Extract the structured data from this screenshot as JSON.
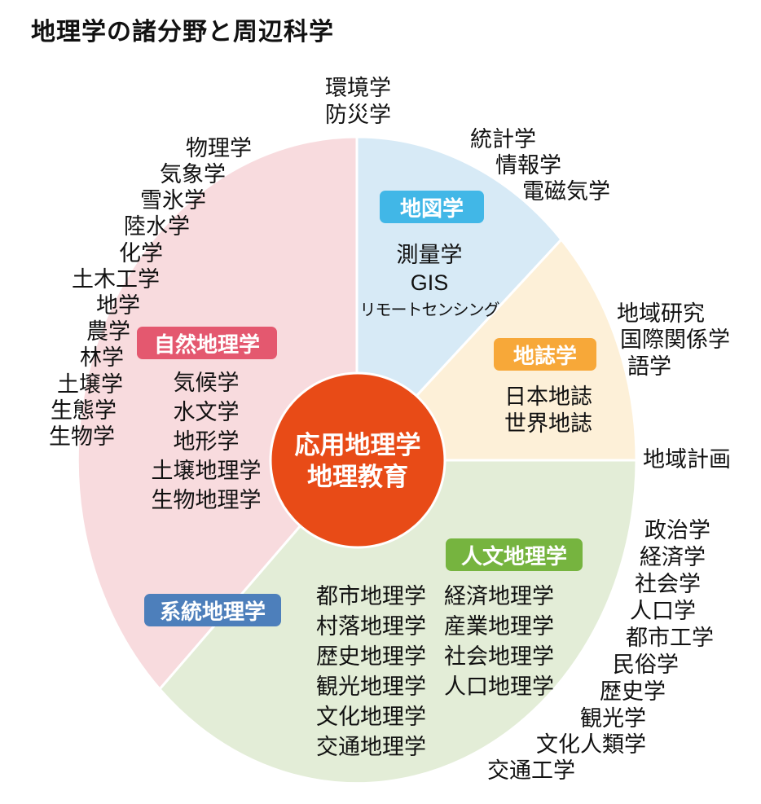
{
  "title": "地理学の諸分野と周辺科学",
  "center_circle": {
    "line1": "応用地理学",
    "line2": "地理教育",
    "fill": "#e84b17"
  },
  "sectors": {
    "physical": {
      "label": "自然地理学",
      "badge_color": "#e4586f",
      "fill": "#f8dbde",
      "items": [
        "気候学",
        "水文学",
        "地形学",
        "土壌地理学",
        "生物地理学"
      ]
    },
    "cartography": {
      "label": "地図学",
      "badge_color": "#41b7e7",
      "fill": "#d7eaf6",
      "items": [
        "測量学",
        "GIS",
        "リモートセンシング"
      ]
    },
    "regional": {
      "label": "地誌学",
      "badge_color": "#f7a839",
      "fill": "#fdf0d8",
      "items": [
        "日本地誌",
        "世界地誌"
      ]
    },
    "human": {
      "label": "人文地理学",
      "badge_color": "#76b43f",
      "fill": "#e3edd7",
      "items_col1": [
        "都市地理学",
        "村落地理学",
        "歴史地理学",
        "観光地理学",
        "文化地理学",
        "交通地理学"
      ],
      "items_col2": [
        "経済地理学",
        "産業地理学",
        "社会地理学",
        "人口地理学"
      ]
    },
    "systematic": {
      "label": "系統地理学",
      "badge_color": "#4d7fbb"
    }
  },
  "outer_labels": {
    "top": [
      "環境学",
      "防災学"
    ],
    "top_right": [
      "統計学",
      "情報学",
      "電磁気学"
    ],
    "right_upper": [
      "地域研究",
      "国際関係学",
      "語学"
    ],
    "right_middle": "地域計画",
    "right_lower": [
      "政治学",
      "経済学",
      "社会学",
      "人口学",
      "都市工学",
      "民俗学",
      "歴史学",
      "観光学",
      "文化人類学",
      "交通工学"
    ],
    "left": [
      "物理学",
      "気象学",
      "雪氷学",
      "陸水学",
      "化学",
      "土木工学",
      "地学",
      "農学",
      "林学",
      "土壌学",
      "生態学",
      "生物学"
    ]
  }
}
